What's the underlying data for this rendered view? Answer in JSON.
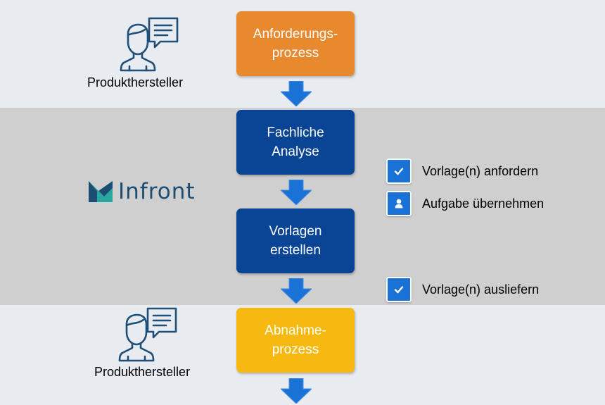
{
  "bands": {
    "top": {
      "person_label": "Produkthersteller",
      "step_lines": [
        "Anforderungs-",
        "prozess"
      ],
      "step_color": "#e8892e"
    },
    "middle": {
      "logo_text": "Infront",
      "steps": [
        {
          "lines": [
            "Fachliche",
            "Analyse"
          ],
          "color": "#0a4595"
        },
        {
          "lines": [
            "Vorlagen",
            "erstellen"
          ],
          "color": "#0a4595"
        }
      ],
      "actions": [
        {
          "icon": "check-icon",
          "label": "Vorlage(n) anfordern"
        },
        {
          "icon": "user-icon",
          "label": "Aufgabe übernehmen"
        },
        {
          "icon": "check-icon",
          "label": "Vorlage(n) ausliefern"
        }
      ]
    },
    "bottom": {
      "person_label": "Produkthersteller",
      "step_lines": [
        "Abnahme-",
        "prozess"
      ],
      "step_color": "#f7b80f"
    }
  },
  "colors": {
    "arrow": "#1b72d6",
    "icon_outline": "#1f4e79",
    "action_icon_bg": "#1b72d6",
    "band_light": "#e8ebef",
    "band_gray": "#cfcfcf"
  }
}
